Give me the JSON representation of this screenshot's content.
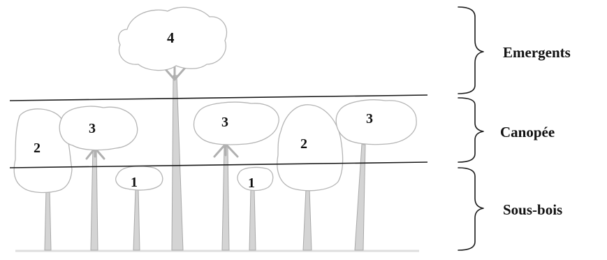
{
  "trees": {
    "emergent_label": "4",
    "canopy_labels": [
      "2",
      "3",
      "3",
      "2",
      "3"
    ],
    "understory_labels": [
      "1",
      "1"
    ]
  },
  "layers": {
    "emergents": "Emergents",
    "canopy": "Canopée",
    "understory": "Sous-bois"
  }
}
